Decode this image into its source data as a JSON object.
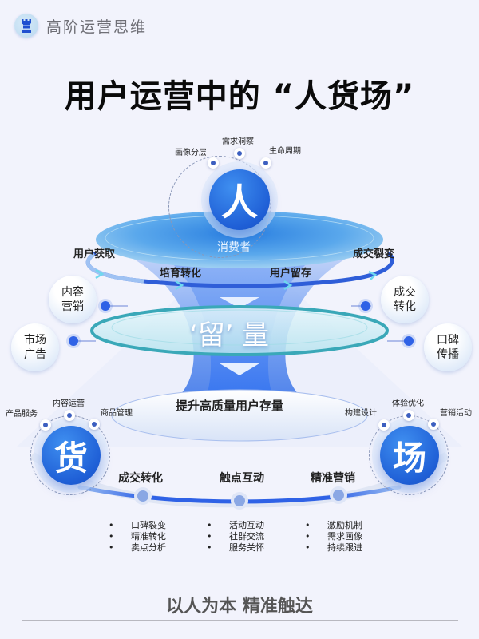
{
  "header": {
    "brand_name": "高阶运营思维",
    "brand_icon": "chess-rook-icon"
  },
  "title": "用户运营中的 “人货场”",
  "people": {
    "char": "人",
    "tags": [
      "画像分层",
      "需求洞察",
      "生命周期"
    ]
  },
  "funnel": {
    "top_label": "消费者",
    "loop_steps": [
      "用户获取",
      "培育转化",
      "用户留存",
      "成交裂变"
    ],
    "center_label_left": "‘留’",
    "center_label_right": "量",
    "bottom_label": "提升高质量用户存量",
    "left_bubbles": [
      "内容\n营销",
      "市场\n广告"
    ],
    "right_bubbles": [
      "成交\n转化",
      "口碑\n传播"
    ]
  },
  "goods": {
    "char": "货",
    "tags": [
      "产品服务",
      "内容运营",
      "商品管理"
    ]
  },
  "place": {
    "char": "场",
    "tags": [
      "构建设计",
      "体验优化",
      "营销活动"
    ]
  },
  "bottom_track": {
    "stages": [
      {
        "label": "成交转化",
        "items": [
          "口碑裂变",
          "精准转化",
          "卖点分析"
        ]
      },
      {
        "label": "触点互动",
        "items": [
          "活动互动",
          "社群交流",
          "服务关怀"
        ]
      },
      {
        "label": "精准营销",
        "items": [
          "激励机制",
          "需求画像",
          "持续跟进"
        ]
      }
    ]
  },
  "footer": {
    "slogan": "以人为本 精准触达"
  },
  "colors": {
    "background": "#f2f3fc",
    "primary_blue": "#2f62e6",
    "teal_ring": "#3aa8b8",
    "text_dark": "#0a0a0a",
    "brand_gray": "#6f6f76"
  }
}
